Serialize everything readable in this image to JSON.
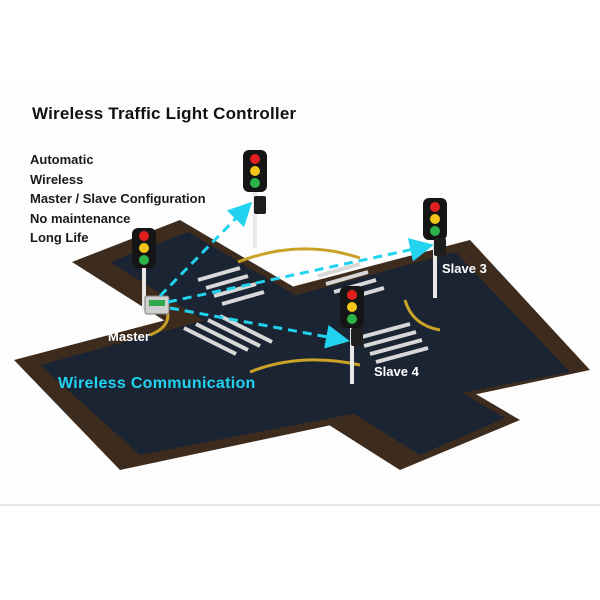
{
  "title": "Wireless Traffic Light Controller",
  "features": [
    "Automatic",
    "Wireless",
    "Master / Slave Configuration",
    "No maintenance",
    "Long Life"
  ],
  "labels": {
    "master": "Master",
    "slave2": "Slave 2",
    "slave3": "Slave 3",
    "slave4": "Slave 4",
    "communication": "Wireless Communication"
  },
  "colors": {
    "road": "#1b2433",
    "ground": "#3d2c1e",
    "curb": "#c9a227",
    "signal_red": "#e02020",
    "signal_yellow": "#f3c51a",
    "signal_green": "#2bb34a",
    "link": "#22d3f0"
  }
}
